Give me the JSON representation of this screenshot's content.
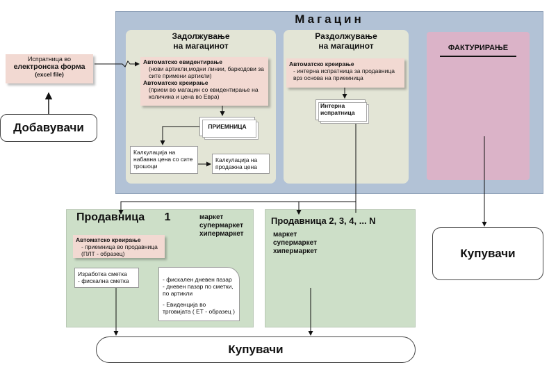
{
  "warehouse": {
    "title": "Магацин",
    "receiving": {
      "title_line1": "Задолжување",
      "title_line2": "на магацинот",
      "auto_record_title": "Автоматско евидентирање",
      "auto_record_desc": "(нови артикли,модни линии, баркодови за сите примени артикли)",
      "auto_create_title": "Автоматско креирање",
      "auto_create_desc": "(прием во магацин со евидентирање на количина и цена во Евра)",
      "receipt_label": "ПРИЕМНИЦА",
      "purchase_calc": "Калкулација на набавна цена со сите трошоци",
      "sales_calc": "Калкулација на продажна цена"
    },
    "issuing": {
      "title_line1": "Раздолжување",
      "title_line2": "на магацинот",
      "auto_create_title": "Автоматско креирање",
      "auto_create_desc": "- интерна испратница за продавница врз основа на приемница",
      "internal_note": "Интерна испратница"
    },
    "invoicing": {
      "title": "ФАКТУРИРАЊЕ"
    }
  },
  "electronic_form": {
    "line1": "Испратница во",
    "line2": "електронска форма",
    "line3": "(excel file)"
  },
  "suppliers": {
    "label": "Добавувачи"
  },
  "store1": {
    "title": "Продавница",
    "number": "1",
    "types": [
      "маркет",
      "супермаркет",
      "хипермаркет"
    ],
    "auto_create_title": "Автоматско креирање",
    "auto_create_desc": "- приемница во продавница (ПЛТ - образец)",
    "invoice_title": "Изработка сметка",
    "invoice_desc": "- фискална сметка",
    "fiscal_lines": [
      "- фискален дневен пазар",
      "- дневен пазар по сметки, по артикли",
      "- Евиденција во трговијата ( ЕТ - образец )"
    ]
  },
  "store_n": {
    "title": "Продавница 2, 3, 4, ... N",
    "types": [
      "маркет",
      "супермаркет",
      "хипермаркет"
    ]
  },
  "buyers_right": {
    "label": "Купувачи"
  },
  "buyers_bottom": {
    "label": "Купувачи"
  },
  "colors": {
    "warehouse_bg": "#b2c2d6",
    "panel_bg": "#e3e5d6",
    "invoice_bg": "#dbb3c8",
    "store_bg": "#cddfc8",
    "pink_box": "#f2d9d2"
  }
}
